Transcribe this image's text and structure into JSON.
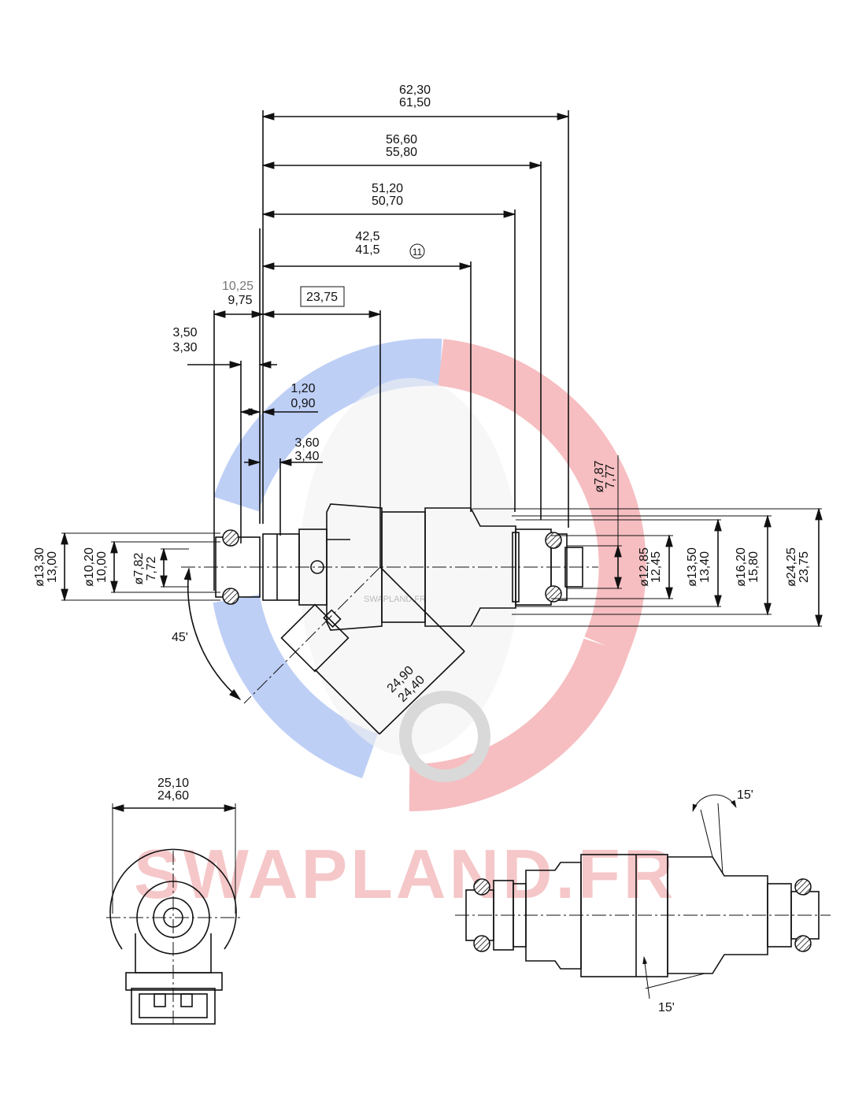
{
  "watermark": {
    "text": "SWAPLAND.FR",
    "small_text": "SWAPLAND.FR",
    "colors": {
      "red": "#f08a8f",
      "blue": "#8aa8ef"
    }
  },
  "dimensions": {
    "overall_length": {
      "max": "62,30",
      "min": "61,50"
    },
    "length_56": {
      "max": "56,60",
      "min": "55,80"
    },
    "length_51": {
      "max": "51,20",
      "min": "50,70"
    },
    "length_42": {
      "max": "42,5",
      "min": "41,5",
      "note": "11"
    },
    "length_10": {
      "max": "10,25",
      "min": "9,75"
    },
    "basic_length": "23,75",
    "length_3_5": {
      "max": "3,50",
      "min": "3,30"
    },
    "length_1_2": {
      "max": "1,20",
      "min": "0,90"
    },
    "length_3_6": {
      "max": "3,60",
      "min": "3,40"
    },
    "dia_13_3": {
      "max": "ø13,30",
      "min": "13,00"
    },
    "dia_10_2": {
      "max": "ø10,20",
      "min": "10,00"
    },
    "dia_7_82": {
      "max": "ø7,82",
      "min": "7,72"
    },
    "dia_7_87": {
      "max": "ø7,87",
      "min": "7,77"
    },
    "dia_12_85": {
      "max": "ø12,85",
      "min": "12,45"
    },
    "dia_13_5": {
      "max": "ø13,50",
      "min": "13,40"
    },
    "dia_16_2": {
      "max": "ø16,20",
      "min": "15,80"
    },
    "dia_24_25": {
      "max": "ø24,25",
      "min": "23,75"
    },
    "connector_angle": "45'",
    "connector_length": {
      "max": "24,90",
      "min": "24,40"
    },
    "width_25": {
      "max": "25,10",
      "min": "24,60"
    },
    "angle_top": "15'",
    "angle_bottom": "15'"
  }
}
